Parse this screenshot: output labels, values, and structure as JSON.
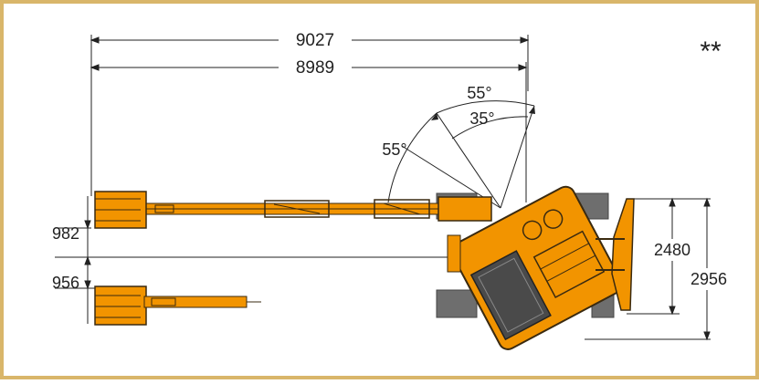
{
  "dimensions": {
    "outer_length": "9027",
    "inner_length": "8989",
    "offset_upper": "982",
    "offset_lower": "956",
    "track_width": "2480",
    "overall_width": "2956"
  },
  "angles": {
    "outer_right": "55°",
    "inner_right": "35°",
    "left": "55°"
  },
  "marker": "**",
  "colors": {
    "frame_border": "#d9b66a",
    "machine_orange": "#f29400",
    "machine_outline": "#3a2a10",
    "track_gray": "#6e6e6e",
    "dimension_line": "#222222"
  }
}
